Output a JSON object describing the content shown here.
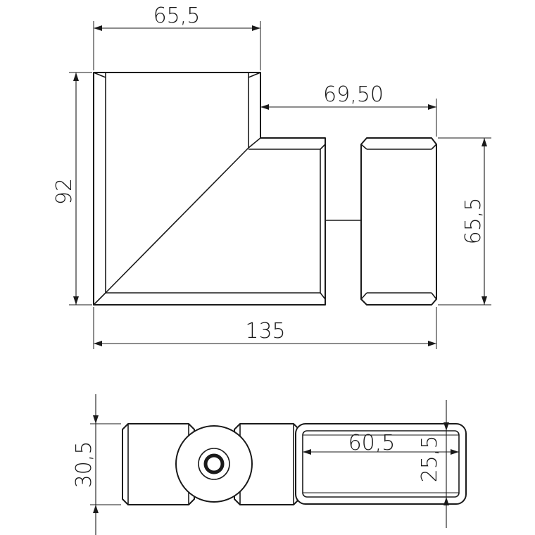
{
  "drawing": {
    "front_view": {
      "width_top": "65,5",
      "offset_width": "69,50",
      "height_total": "92",
      "height_branch": "65,5",
      "length_total": "135"
    },
    "end_view": {
      "thickness": "30,5",
      "opening_width": "60,5",
      "opening_height": "25,5"
    }
  }
}
